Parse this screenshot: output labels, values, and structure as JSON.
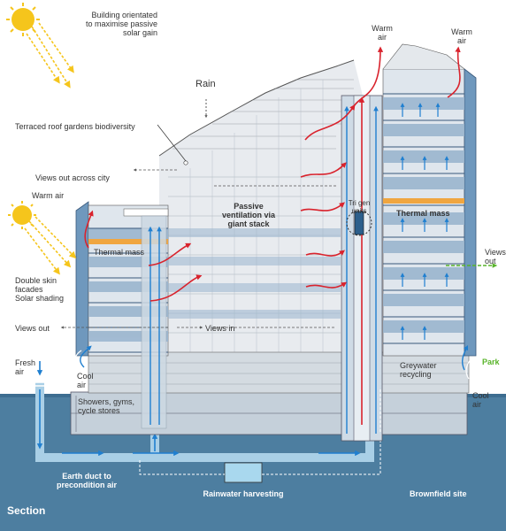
{
  "labels": {
    "solar": "Building orientated\nto maximise passive\nsolar gain",
    "warm_air_top1": "Warm\nair",
    "warm_air_top2": "Warm\nair",
    "rain": "Rain",
    "roof_gardens": "Terraced roof gardens biodiversity",
    "views_city": "Views out across city",
    "warm_air_left": "Warm air",
    "passive_vent": "Passive\nventilation via\ngiant stack",
    "trigen": "Tri gen\nunits",
    "thermal_mass_right": "Thermal mass",
    "thermal_mass_left": "Thermal mass",
    "double_skin": "Double skin\nfacades\nSolar shading",
    "views_out_right": "Views\nout",
    "views_out_left": "Views out",
    "views_in": "Views in",
    "fresh_air": "Fresh\nair",
    "cool_air_left": "Cool\nair",
    "greywater": "Greywater\nrecycling",
    "park": "Park",
    "cool_air_right": "Cool\nair",
    "showers": "Showers, gyms,\ncycle stores",
    "earth_duct": "Earth duct to\nprecondition air",
    "rainwater": "Rainwater harvesting",
    "brownfield": "Brownfield site",
    "section": "Section"
  },
  "colors": {
    "ground": "#4d7ea0",
    "ground_dark": "#3d6d90",
    "duct": "#a9cfe6",
    "warm_arrow": "#d9232d",
    "cool_arrow": "#1f7fd0",
    "sun": "#f5c51c",
    "thermal_mass": "#f0a640",
    "floor_blue": "#9bb6cf",
    "park_green": "#59b42a"
  }
}
